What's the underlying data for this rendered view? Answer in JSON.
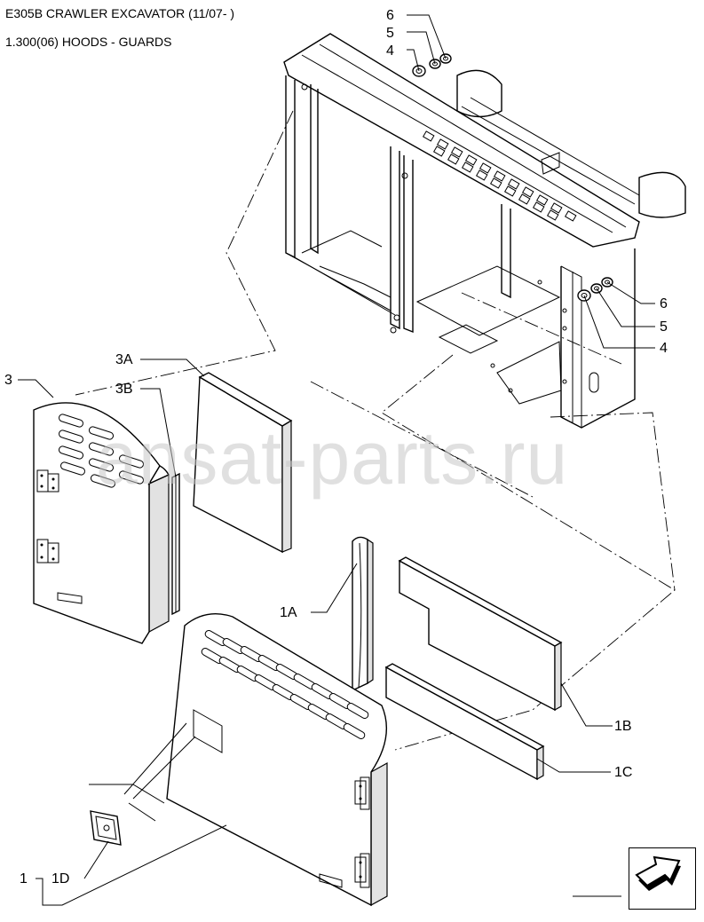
{
  "header": {
    "title": "E305B CRAWLER EXCAVATOR (11/07- )",
    "subtitle": "1.300(06) HOODS - GUARDS"
  },
  "watermark": "ansat-parts.ru",
  "callouts": {
    "top_6": "6",
    "top_5": "5",
    "top_4": "4",
    "right_6": "6",
    "right_5": "5",
    "right_4": "4",
    "c_3": "3",
    "c_3A": "3A",
    "c_3B": "3B",
    "c_1A": "1A",
    "c_1B": "1B",
    "c_1C": "1C",
    "c_1": "1",
    "c_1D": "1D"
  },
  "nav": {
    "icon": "next-page-arrow-icon"
  },
  "colors": {
    "line": "#000000",
    "watermark": "#c8c8c8",
    "background": "#ffffff"
  }
}
